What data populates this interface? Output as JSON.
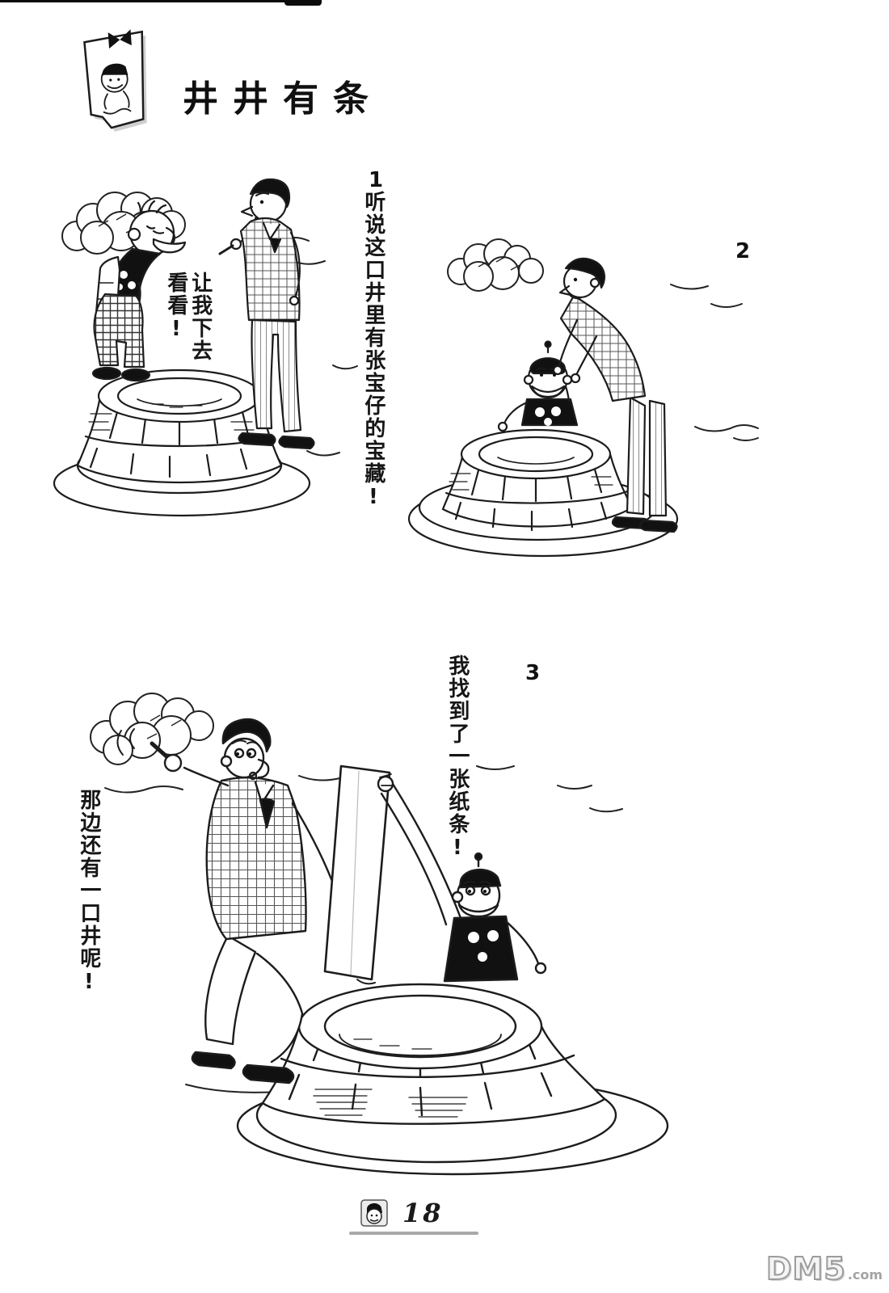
{
  "page": {
    "title": "井井有条",
    "page_number": "18",
    "watermark_main": "DM5",
    "watermark_suffix": ".com"
  },
  "panels": [
    {
      "number": "1",
      "caption": "听说这口井里有张宝仔的宝藏!",
      "speech": "让我下去看看!"
    },
    {
      "number": "2",
      "caption": "",
      "speech": ""
    },
    {
      "number": "3",
      "caption": "我找到了一张纸条!",
      "speech": "那边还有一口井呢!"
    }
  ]
}
